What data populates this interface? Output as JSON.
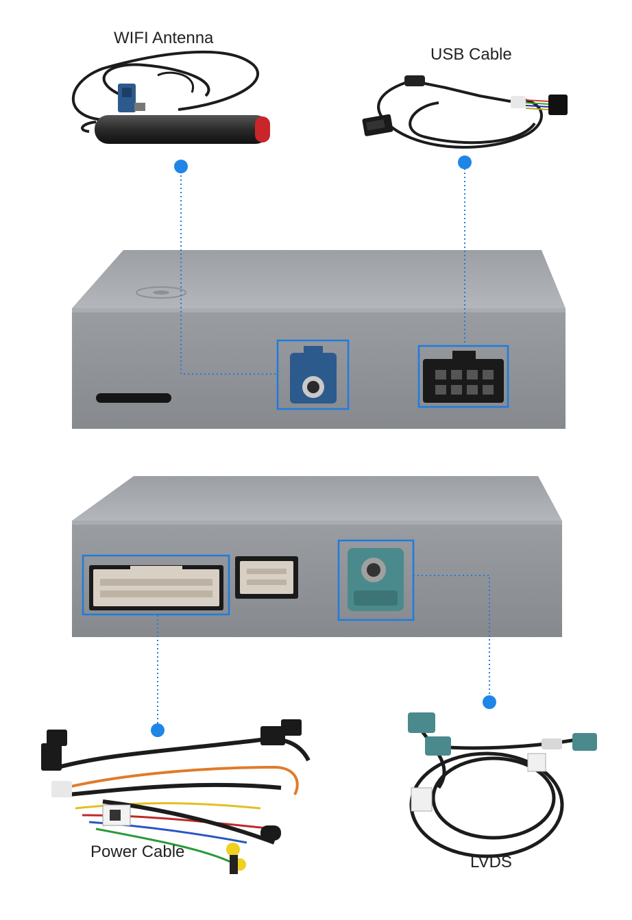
{
  "labels": {
    "wifi_antenna": "WIFI Antenna",
    "usb_cable": "USB Cable",
    "power_cable": "Power Cable",
    "lvds": "LVDS"
  },
  "colors": {
    "highlight": "#1e7be0",
    "marker": "#1f86e8",
    "device_front": "#8f9296",
    "device_top": "#a3a6aa",
    "connector_blue": "#2d5a8c",
    "connector_teal": "#4a8a8c",
    "connector_beige": "#d8d0c4",
    "cable": "#1c1c1c"
  },
  "icons": [
    "wifi-antenna-product",
    "usb-cable-product",
    "power-harness-product",
    "lvds-cable-product"
  ]
}
